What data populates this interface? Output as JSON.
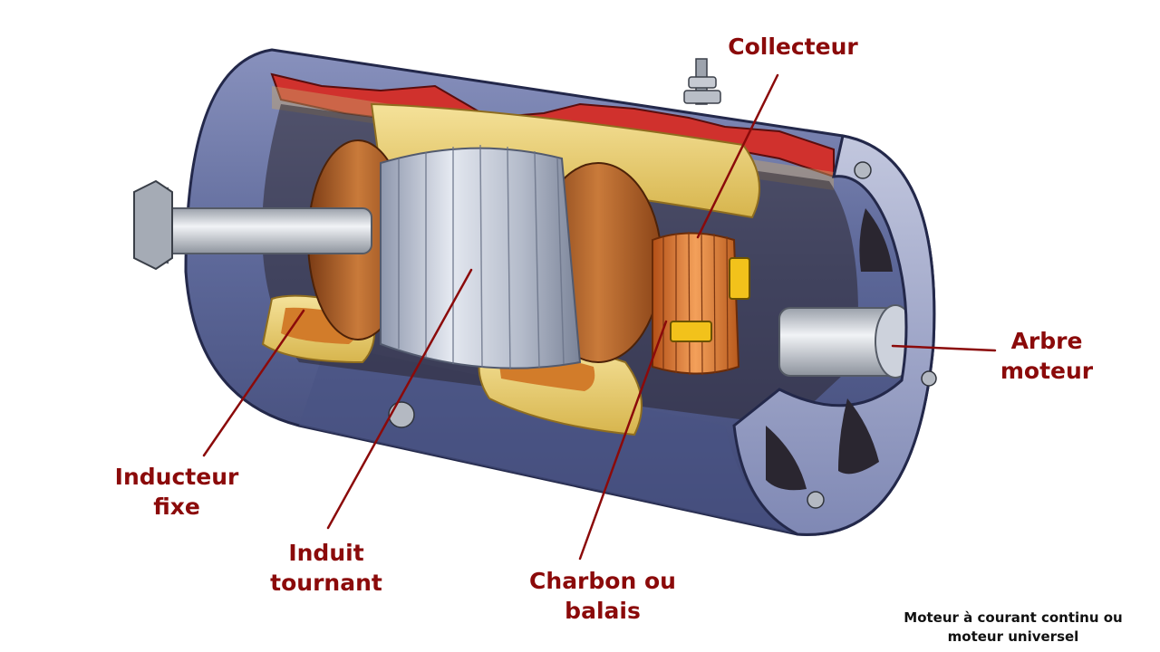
{
  "labels": {
    "collecteur": "Collecteur",
    "arbre_moteur": [
      "Arbre",
      "moteur"
    ],
    "inducteur_fixe": [
      "Inducteur",
      "fixe"
    ],
    "induit_tournant": [
      "Induit",
      "tournant"
    ],
    "charbon_balais": [
      "Charbon ou",
      "balais"
    ]
  },
  "caption": [
    "Moteur à courant continu ou",
    "moteur universel"
  ],
  "colors": {
    "label": "#8b0a0a",
    "leader": "#8b0a0a",
    "housing": "#5e6a9c",
    "housing_light": "#aab1cf",
    "casing_cut": "#d0312d",
    "field_coil": "#e9cf6c",
    "armature_copper": "#b86a2f",
    "armature_steel": "#c9d0dc",
    "commutator": "#e07a2e",
    "brush": "#f2c21b",
    "shaft": "#cfd3da"
  }
}
